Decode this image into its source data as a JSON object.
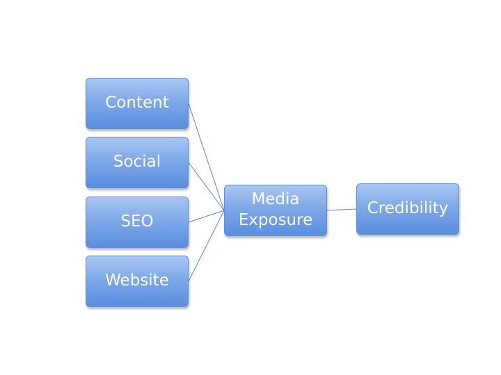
{
  "diagram": {
    "nodes": [
      {
        "id": "content",
        "label": "Content"
      },
      {
        "id": "social",
        "label": "Social"
      },
      {
        "id": "seo",
        "label": "SEO"
      },
      {
        "id": "website",
        "label": "Website"
      },
      {
        "id": "media",
        "label": "Media\nExposure"
      },
      {
        "id": "credibility",
        "label": "Credibility"
      }
    ],
    "edges": [
      {
        "from": "content",
        "to": "media"
      },
      {
        "from": "social",
        "to": "media"
      },
      {
        "from": "seo",
        "to": "media"
      },
      {
        "from": "website",
        "to": "media"
      },
      {
        "from": "media",
        "to": "credibility"
      }
    ],
    "colors": {
      "node_fill_top": "#a9c6f1",
      "node_fill_bottom": "#5a8ee0",
      "node_border": "#5f8fd4",
      "connector": "#5b86c9",
      "node_text": "#ffffff"
    }
  }
}
